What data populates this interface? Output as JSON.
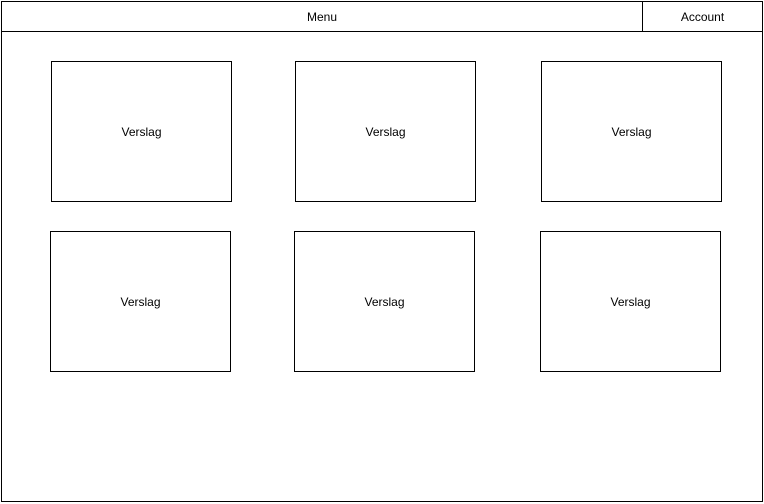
{
  "header": {
    "menu_label": "Menu",
    "account_label": "Account"
  },
  "reports": [
    {
      "label": "Verslag"
    },
    {
      "label": "Verslag"
    },
    {
      "label": "Verslag"
    },
    {
      "label": "Verslag"
    },
    {
      "label": "Verslag"
    },
    {
      "label": "Verslag"
    }
  ]
}
